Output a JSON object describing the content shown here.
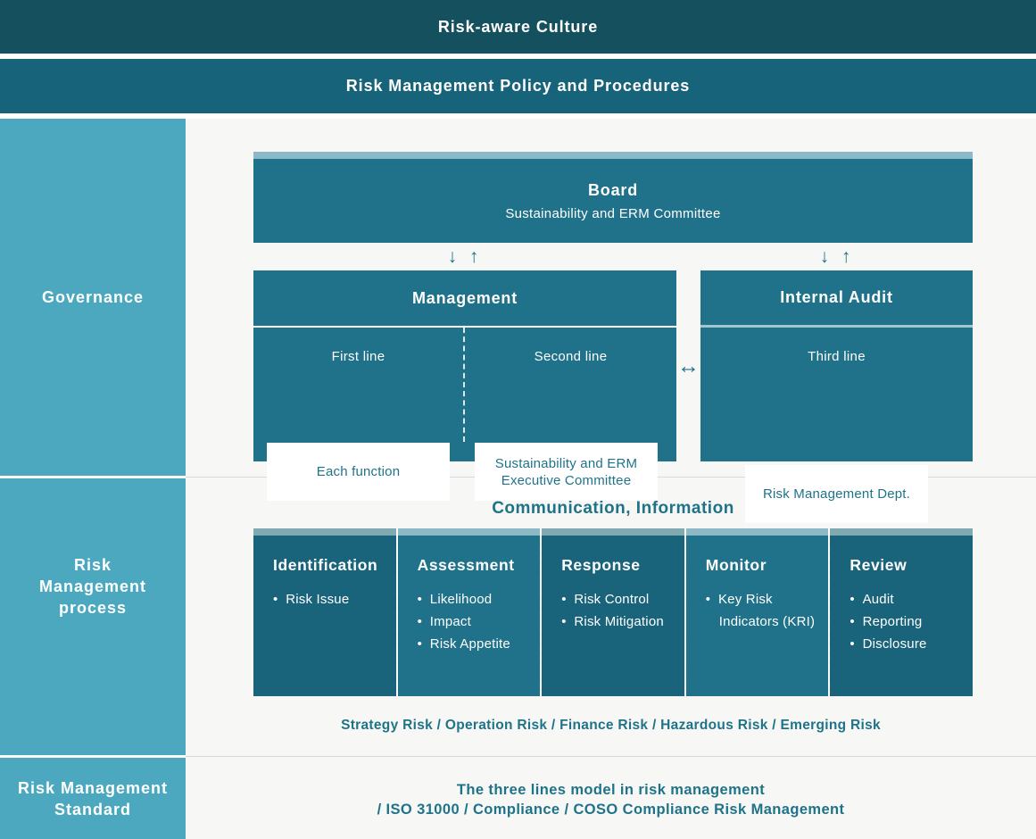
{
  "colors": {
    "culture_bar": "#15505f",
    "policy_bar": "#17647a",
    "sidebar": "#4ba8be",
    "box_teal": "#1f7289",
    "column_dark": "#19647a",
    "strip_light_blue": "#8cb9c5",
    "strip_gray_blue": "#81a9b2",
    "accent_text": "#1f7389",
    "main_background": "#f7f7f6"
  },
  "top_bars": {
    "culture": "Risk-aware Culture",
    "policy": "Risk Management Policy and Procedures"
  },
  "sidebar": {
    "governance": "Governance",
    "process": "Risk\nManagement\nprocess",
    "standard": "Risk Management\nStandard"
  },
  "governance": {
    "board": {
      "title": "Board",
      "subtitle": "Sustainability and ERM Committee"
    },
    "down_up_arrows": "↓ ↑",
    "management": {
      "title": "Management",
      "first_line": {
        "label": "First line",
        "box": "Each function"
      },
      "second_line": {
        "label": "Second line",
        "box": "Sustainability and ERM Executive Committee"
      }
    },
    "exchange_arrow": "↔",
    "internal_audit": {
      "title": "Internal Audit",
      "third_line": {
        "label": "Third line",
        "box": "Risk Management Dept."
      }
    }
  },
  "process": {
    "heading": "Communication, Information",
    "columns": [
      {
        "title": "Identification",
        "items": [
          "Risk Issue"
        ]
      },
      {
        "title": "Assessment",
        "items": [
          "Likelihood",
          "Impact",
          "Risk Appetite"
        ]
      },
      {
        "title": "Response",
        "items": [
          "Risk Control",
          "Risk Mitigation"
        ]
      },
      {
        "title": "Monitor",
        "items": [
          "Key Risk Indicators (KRI)"
        ]
      },
      {
        "title": "Review",
        "items": [
          "Audit",
          "Reporting",
          "Disclosure"
        ]
      }
    ],
    "risk_types": "Strategy Risk / Operation Risk / Finance Risk / Hazardous Risk / Emerging Risk"
  },
  "standard": {
    "line1": "The three lines model in risk management",
    "line2": "/ ISO 31000 / Compliance / COSO Compliance Risk Management"
  }
}
